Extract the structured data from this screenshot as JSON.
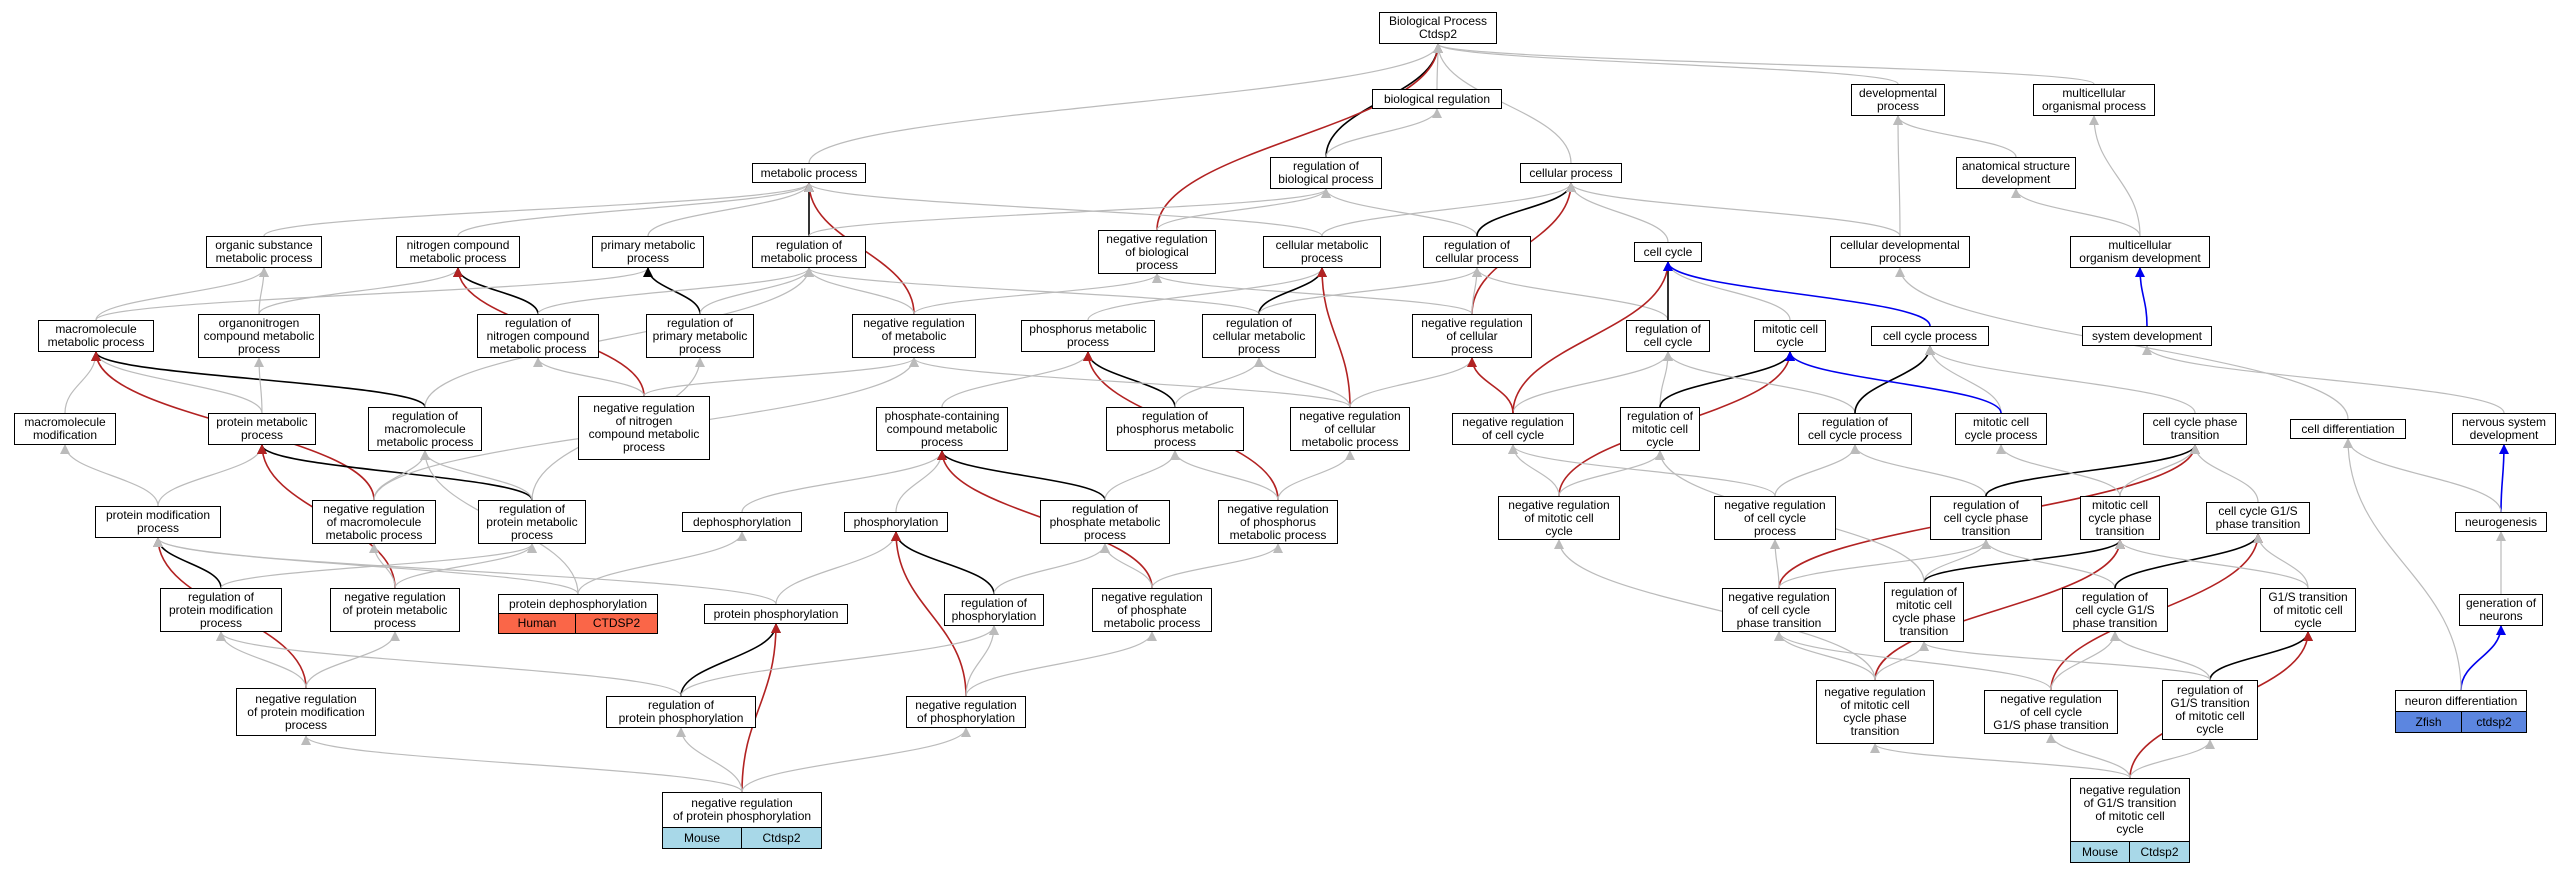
{
  "colors": {
    "is_a": "#bbbbbb",
    "part_of": "#000000",
    "neg_reg": "#b22222",
    "pos_reg": "#0000ee"
  },
  "nodes": {
    "bp": "Biological Process\nCtdsp2",
    "bioreg": "biological regulation",
    "dev": "developmental\nprocess",
    "multi": "multicellular\norganismal process",
    "meta": "metabolic process",
    "regbio": "regulation of\nbiological process",
    "cellproc": "cellular process",
    "anat": "anatomical structure\ndevelopment",
    "orgsub": "organic substance\nmetabolic process",
    "nitro": "nitrogen compound\nmetabolic process",
    "prim": "primary metabolic\nprocess",
    "regmeta": "regulation of\nmetabolic process",
    "negbio": "negative regulation\nof biological\nprocess",
    "cellmeta": "cellular metabolic\nprocess",
    "regcell": "regulation of\ncellular process",
    "cc": "cell cycle",
    "celldev": "cellular developmental\nprocess",
    "multidev": "multicellular\norganism development",
    "macro": "macromolecule\nmetabolic process",
    "orgnit": "organonitrogen\ncompound metabolic\nprocess",
    "regnit": "regulation of\nnitrogen compound\nmetabolic process",
    "regprim": "regulation of\nprimary metabolic\nprocess",
    "negmeta": "negative regulation\nof metabolic\nprocess",
    "phos": "phosphorus metabolic\nprocess",
    "regcellmeta": "regulation of\ncellular metabolic\nprocess",
    "negcell": "negative regulation\nof cellular\nprocess",
    "regcc": "regulation of\ncell cycle",
    "mitcc": "mitotic cell\ncycle",
    "ccproc": "cell cycle process",
    "sysdev": "system development",
    "macromod": "macromolecule\nmodification",
    "protmeta": "protein metabolic\nprocess",
    "regmacro": "regulation of\nmacromolecule\nmetabolic process",
    "negnit": "negative regulation\nof nitrogen\ncompound metabolic\nprocess",
    "phoscont": "phosphate-containing\ncompound metabolic\nprocess",
    "regphos": "regulation of\nphosphorus metabolic\nprocess",
    "negcellmeta": "negative regulation\nof cellular\nmetabolic process",
    "negcc": "negative regulation\nof cell cycle",
    "regmitcc": "regulation of\nmitotic cell\ncycle",
    "regccproc": "regulation of\ncell cycle process",
    "mitccproc": "mitotic cell\ncycle process",
    "ccphase": "cell cycle phase\ntransition",
    "celldiff": "cell differentiation",
    "nervdev": "nervous system\ndevelopment",
    "protmod": "protein modification\nprocess",
    "negmacro": "negative regulation\nof macromolecule\nmetabolic process",
    "regprot": "regulation of\nprotein metabolic\nprocess",
    "dephos": "dephosphorylation",
    "phosn": "phosphorylation",
    "regphosmeta": "regulation of\nphosphate metabolic\nprocess",
    "negphosmeta": "negative regulation\nof phosphorus\nmetabolic process",
    "negmitcc": "negative regulation\nof mitotic cell\ncycle",
    "negccproc": "negative regulation\nof cell cycle\nprocess",
    "regccphase": "regulation of\ncell cycle phase\ntransition",
    "mitccphase": "mitotic cell\ncycle phase\ntransition",
    "ccg1s": "cell cycle G1/S\nphase transition",
    "neurogen": "neurogenesis",
    "regprotmod": "regulation of\nprotein modification\nprocess",
    "negprot": "negative regulation\nof protein metabolic\nprocess",
    "protdephos": "protein dephosphorylation",
    "protphos": "protein phosphorylation",
    "regphosn": "regulation of\nphosphorylation",
    "negphosphate": "negative regulation\nof phosphate\nmetabolic process",
    "negccphase": "negative regulation\nof cell cycle\nphase transition",
    "regmitphase": "regulation of\nmitotic cell\ncycle phase\ntransition",
    "regccg1s": "regulation of\ncell cycle G1/S\nphase transition",
    "g1smit": "G1/S transition\nof mitotic cell\ncycle",
    "genneur": "generation of\nneurons",
    "negprotmod": "negative regulation\nof protein modification\nprocess",
    "regprotphos": "regulation of\nprotein phosphorylation",
    "negphosn": "negative regulation\nof phosphorylation",
    "negmitphase": "negative regulation\nof mitotic cell\ncycle phase\ntransition",
    "negccg1s": "negative regulation\nof cell cycle\nG1/S phase transition",
    "regg1smit": "regulation of\nG1/S transition\nof mitotic cell\ncycle",
    "neurdiff": "neuron differentiation",
    "negprotphos": "negative regulation\nof protein phosphorylation",
    "negg1smit": "negative regulation\nof G1/S transition\nof mitotic cell\ncycle"
  },
  "tags": {
    "mouse1_species": "Mouse",
    "mouse1_gene": "Ctdsp2",
    "human_species": "Human",
    "human_gene": "CTDSP2",
    "mouse2_species": "Mouse",
    "mouse2_gene": "Ctdsp2",
    "zfish_species": "Zfish",
    "zfish_gene": "ctdsp2"
  }
}
